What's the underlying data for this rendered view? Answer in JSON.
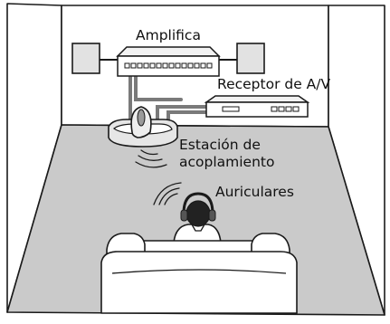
{
  "labels": {
    "amplifier": "Amplifica",
    "av_receiver": "Receptor de A/V",
    "docking_station_line1": "Estación de",
    "docking_station_line2": "acoplamiento",
    "headphones": "Auriculares"
  },
  "colors": {
    "floor": "#cacaca",
    "wall": "#ffffff",
    "outline": "#1a1a1a",
    "speaker": "#e2e2e2",
    "cable": "#7a7a7a",
    "dock": "#e6e6e6",
    "head": "#222222"
  }
}
